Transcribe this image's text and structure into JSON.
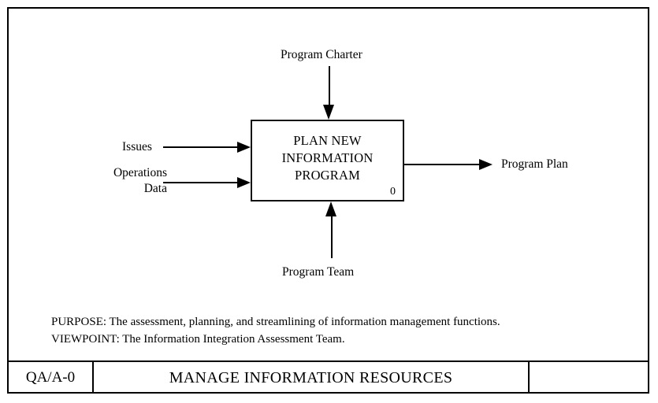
{
  "diagram": {
    "type": "IDEF0 A-0 context diagram",
    "activity": {
      "title_line1": "PLAN NEW",
      "title_line2": "INFORMATION",
      "title_line3": "PROGRAM",
      "node_number": "0"
    },
    "arrows": {
      "control": {
        "label": "Program Charter",
        "direction": "down-into-top"
      },
      "input_1": {
        "label": "Issues",
        "direction": "right-into-left"
      },
      "input_2": {
        "label_line1": "Operations",
        "label_line2": "Data",
        "direction": "right-into-left"
      },
      "output": {
        "label": "Program Plan",
        "direction": "right-out-of-right"
      },
      "mechanism": {
        "label": "Program Team",
        "direction": "up-into-bottom"
      }
    },
    "statements": {
      "purpose": "PURPOSE: The assessment, planning, and streamlining of information management functions.",
      "viewpoint": "VIEWPOINT: The Information Integration Assessment Team."
    },
    "title_bar": {
      "node_code": "QA/A-0",
      "title": "MANAGE INFORMATION RESOURCES",
      "extra": ""
    },
    "colors": {
      "ink": "#000000",
      "background": "#ffffff",
      "box_border": "#111111"
    }
  }
}
